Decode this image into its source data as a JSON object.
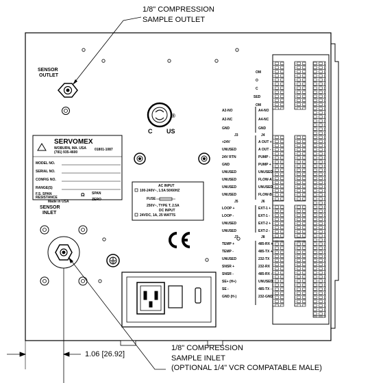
{
  "callouts": {
    "outlet_line1": "1/8\" COMPRESSION",
    "outlet_line2": "SAMPLE OUTLET",
    "inlet_line1": "1/8\" COMPRESSION",
    "inlet_line2": "SAMPLE INLET",
    "inlet_line3": "(OPTIONAL 1/4\" VCR COMPATABLE MALE)",
    "dimension": "1.06 [26.92]"
  },
  "panel": {
    "sensor_outlet": [
      "SENSOR",
      "OUTLET"
    ],
    "sensor_inlet": [
      "SENSOR",
      "INLET"
    ],
    "ce_mark": "CE",
    "csa_c": "C",
    "csa_us": "US",
    "csa_reg": "®"
  },
  "nameplate": {
    "brand": "SERVOMEX",
    "address": "WOBURN, MA. USA",
    "phone": "(781) 935-4600",
    "part": "01801-1087",
    "fields": [
      "MODEL NO.",
      "SERIAL NO.",
      "CONFIG NO.",
      "RANGE(S)"
    ],
    "fs_span": "F.S. SPAN",
    "resistance": "RESISTANCE",
    "span": "SPAN",
    "ohm": "Ω",
    "zero": "ZERO",
    "made_in": "Made in USA"
  },
  "power_label": {
    "ac_input": "AC INPUT",
    "ac_line": "100-240V~, 1.5A 50/60HZ",
    "fuse": "FUSE",
    "fuse_rating": "250V~, TYPE T, 2.5A",
    "dc_input": "DC INPUT",
    "dc_line": "24VDC, 1A, 25 WATTS"
  },
  "terminals": {
    "top_partial": [
      "OM",
      "O",
      "C",
      "SED",
      "OM"
    ],
    "a_row_left": [
      "A2-NO",
      "A2-NC",
      "GND"
    ],
    "a_row_right": [
      "A4-NO",
      "A4-NC",
      "GND"
    ],
    "j3": "J3",
    "j4": "J4",
    "j3_labels": [
      "+24V",
      "UNUSED",
      "24V RTN",
      "GND",
      "UNUSED",
      "UNUSED",
      "UNUSED",
      "UNUSED"
    ],
    "j4_labels": [
      "A OUT +",
      "A OUT -",
      "PUMP -",
      "PUMP +",
      "UNUSED",
      "FLOW-A",
      "UNUSED",
      "FLOW-B"
    ],
    "j5": "J5",
    "j6": "J6",
    "j5_labels": [
      "LOOP +",
      "LOOP -",
      "UNUSED",
      "UNUSED"
    ],
    "j6_labels": [
      "EXT-1 +",
      "EXT-1 -",
      "EXT-2 +",
      "EXT-2 -"
    ],
    "j7": "J7",
    "j8": "J8",
    "j7_labels": [
      "TEMP +",
      "TEMP -",
      "UNUSED",
      "SNSR +",
      "SNSR -",
      "SE+ (H+)",
      "SE -",
      "GND (H-)"
    ],
    "j8_labels": [
      "485-RX +",
      "485-TX +",
      "232-TX",
      "232-RX",
      "485-RX -",
      "UNUSED",
      "485-TX -",
      "232-GND"
    ]
  }
}
